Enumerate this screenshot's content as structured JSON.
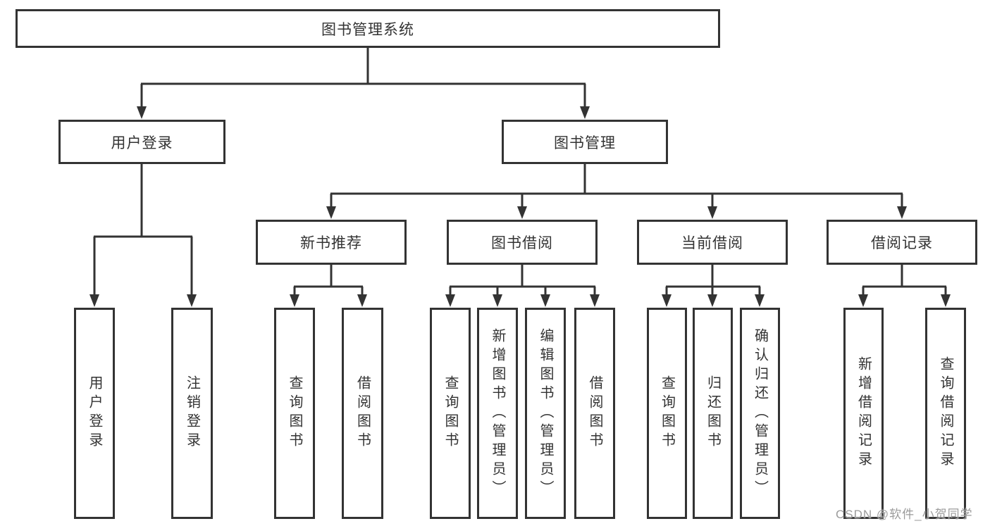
{
  "nodes": {
    "root": {
      "label": "图书管理系统"
    },
    "user_login": {
      "label": "用户登录",
      "children": {
        "login": {
          "label": "用户登录"
        },
        "logout": {
          "label": "注销登录"
        }
      }
    },
    "book_mgmt": {
      "label": "图书管理",
      "children": {
        "new_book_rec": {
          "label": "新书推荐",
          "children": {
            "query_book": {
              "label": "查询图书"
            },
            "borrow_book": {
              "label": "借阅图书"
            }
          }
        },
        "book_borrow": {
          "label": "图书借阅",
          "children": {
            "query_book": {
              "label": "查询图书"
            },
            "add_book": {
              "label": "新增图书（管理员）"
            },
            "edit_book": {
              "label": "编辑图书（管理员）"
            },
            "borrow_book": {
              "label": "借阅图书"
            }
          }
        },
        "current_borrow": {
          "label": "当前借阅",
          "children": {
            "query_book": {
              "label": "查询图书"
            },
            "return_book": {
              "label": "归还图书"
            },
            "confirm_return": {
              "label": "确认归还（管理员）"
            }
          }
        },
        "borrow_record": {
          "label": "借阅记录",
          "children": {
            "add_record": {
              "label": "新增借阅记录"
            },
            "query_record": {
              "label": "查询借阅记录"
            }
          }
        }
      }
    }
  },
  "watermark": {
    "text": "CSDN @软件_小贺同学"
  },
  "colors": {
    "line": "#333333",
    "text": "#333333",
    "background": "#ffffff",
    "watermark": "#9b9b9b"
  }
}
